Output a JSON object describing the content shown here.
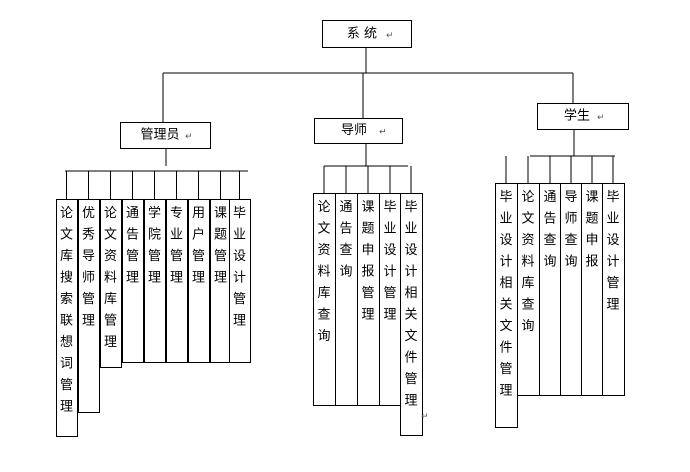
{
  "root": {
    "label": "系 统",
    "mark": "↵"
  },
  "groups": [
    {
      "label": "管理员",
      "mark": "↵",
      "items": [
        "论文库搜索联想词管理",
        "优秀导师管理",
        "论文资料库管理",
        "通告管理",
        "学院管理",
        "专业管理",
        "用户管理",
        "课题管理",
        "毕业设计管理"
      ]
    },
    {
      "label": "导师",
      "mark": "↵",
      "items": [
        "论文资料库查询",
        "通告查询",
        "课题申报管理",
        "毕业设计管理",
        "毕业设计相关文件管理"
      ],
      "last_item_mark": "↵"
    },
    {
      "label": "学生",
      "mark": "↵",
      "items": [
        "毕业设计相关文件管理",
        "论文资料库查询",
        "通告查询",
        "导师查询",
        "课题申报",
        "毕业设计管理"
      ]
    }
  ]
}
